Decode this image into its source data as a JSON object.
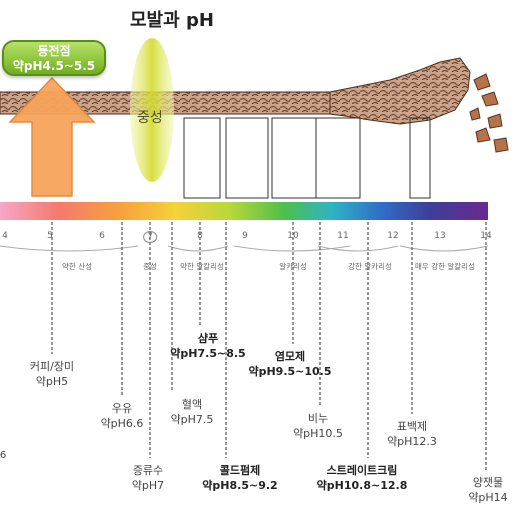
{
  "title": "모발과 pH",
  "isoelectric": {
    "label": "등전점",
    "range": "약pH4.5~5.5"
  },
  "neutral_band_label": "중성",
  "scale": {
    "ticks": [
      "4",
      "5",
      "6",
      "7",
      "8",
      "9",
      "10",
      "11",
      "12",
      "13",
      "14"
    ],
    "zones": [
      "약한 산성",
      "중성",
      "약한 알칼리성",
      "알카리성",
      "강한 알카리성",
      "매우 강한 알칼리성"
    ]
  },
  "substances": [
    {
      "id": "coffee",
      "name": "커피/장미",
      "ph": "약pH5",
      "bold": false
    },
    {
      "id": "milk",
      "name": "우유",
      "ph": "약pH6.6",
      "bold": false
    },
    {
      "id": "distilled-water",
      "name": "증류수",
      "ph": "약pH7",
      "bold": false
    },
    {
      "id": "blood",
      "name": "혈액",
      "ph": "약pH7.5",
      "bold": false
    },
    {
      "id": "shampoo",
      "name": "샴푸",
      "ph": "약pH7.5~8.5",
      "bold": true
    },
    {
      "id": "cold-perm",
      "name": "콜드펌제",
      "ph": "약pH8.5~9.2",
      "bold": true
    },
    {
      "id": "dye",
      "name": "염모제",
      "ph": "약pH9.5~10.5",
      "bold": true
    },
    {
      "id": "soap",
      "name": "비누",
      "ph": "약pH10.5",
      "bold": false
    },
    {
      "id": "straightening-cream",
      "name": "스트레이트크림",
      "ph": "약pH10.8~12.8",
      "bold": true
    },
    {
      "id": "bleach",
      "name": "표백제",
      "ph": "약pH12.3",
      "bold": false
    },
    {
      "id": "lye",
      "name": "양잿물",
      "ph": "약pH14",
      "bold": false
    }
  ],
  "cutoff_text": "6",
  "colors": {
    "badge": "#7dbb2a",
    "arrow": "#f5a04d",
    "neutral_band": "#d4dc2c",
    "hair": "#b5734a"
  }
}
